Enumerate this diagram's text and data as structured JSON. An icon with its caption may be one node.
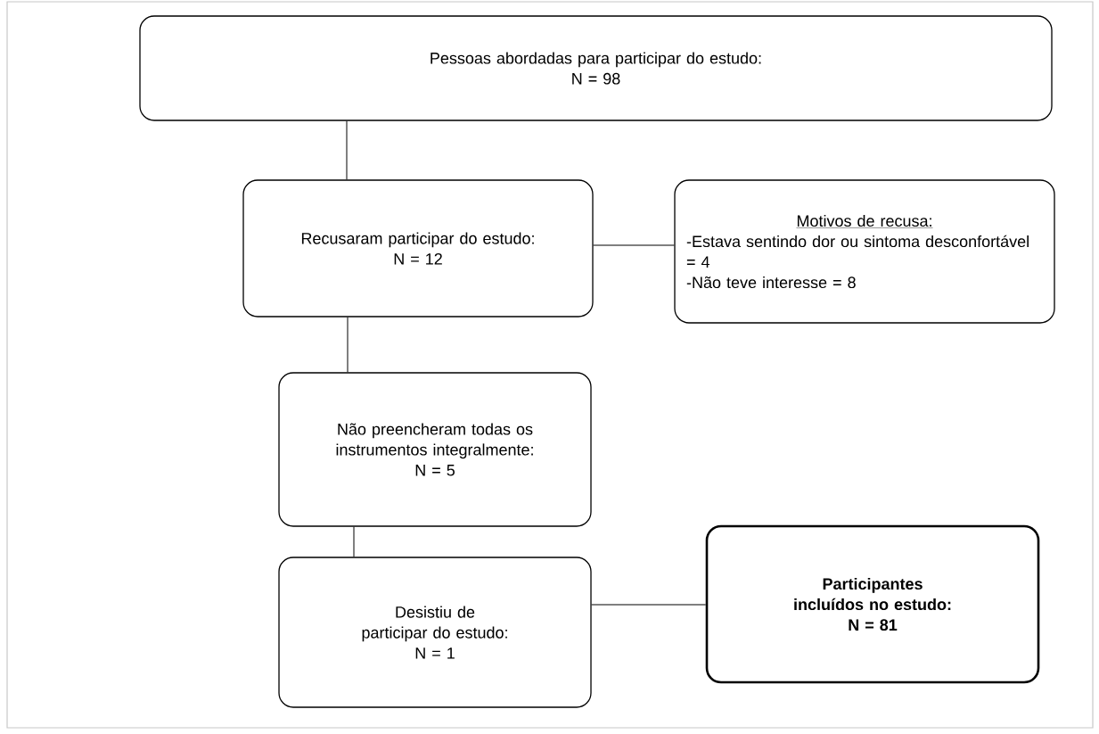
{
  "diagram": {
    "nodes": [
      {
        "text": [
          "Pessoas abordadas para participar do estudo:",
          "N = 98"
        ]
      },
      {
        "text": [
          "Recusaram participar do estudo:",
          "N = 12"
        ]
      },
      {
        "text": [
          "Motivos de recusa:",
          "-Estava sentindo dor ou sintoma desconfortável = 4",
          "-Não teve interesse = 8"
        ]
      },
      {
        "text": [
          "Não preencheram todas os instrumentos integralmente:",
          "N = 5"
        ]
      },
      {
        "text": [
          "Desistiu de participar do estudo:",
          "N = 1"
        ]
      },
      {
        "text": [
          "Participantes incluídos no estudo:",
          "N = 81"
        ]
      }
    ],
    "edges": [
      {
        "from": 0,
        "to": 1,
        "arrow": "none"
      },
      {
        "from": 1,
        "to": 2,
        "arrow": "none"
      },
      {
        "from": 1,
        "to": 3,
        "arrow": "none"
      },
      {
        "from": 3,
        "to": 4,
        "arrow": "none"
      },
      {
        "from": 4,
        "to": 5,
        "arrow": "none"
      }
    ]
  }
}
